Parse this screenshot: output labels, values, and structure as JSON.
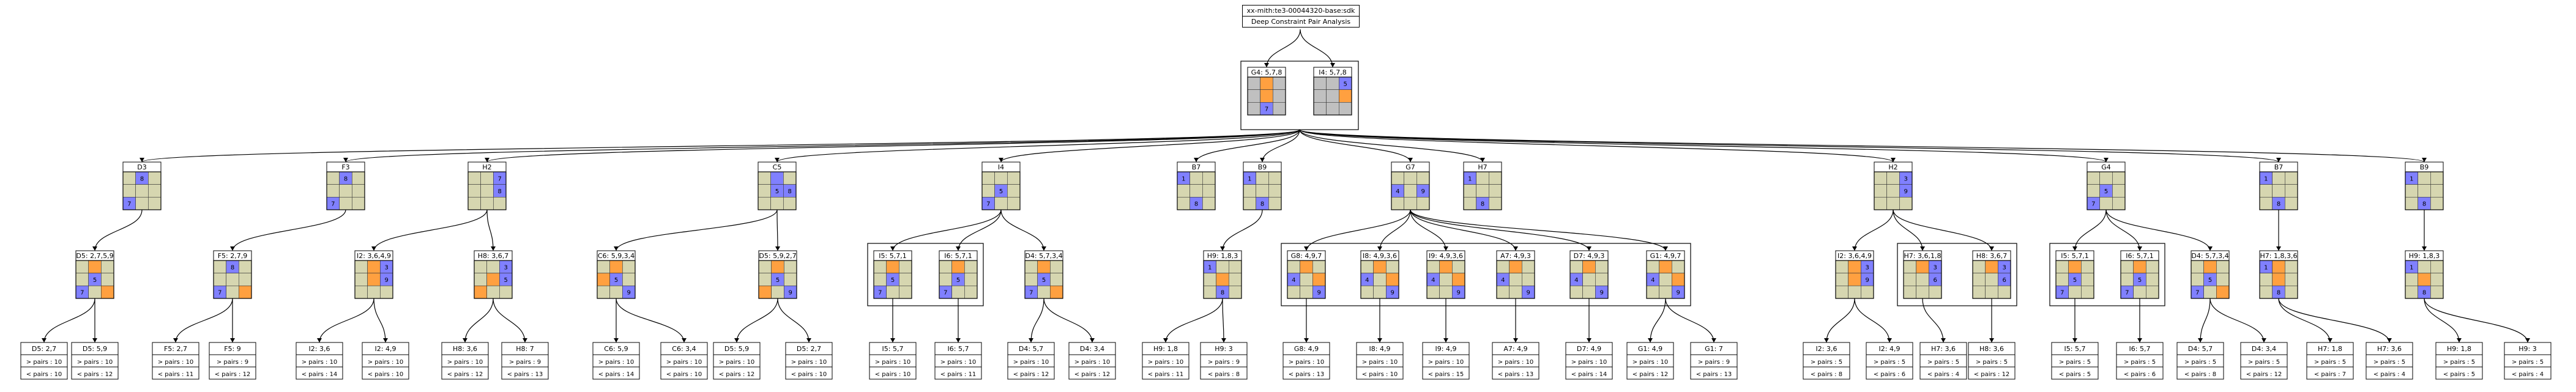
{
  "header": {
    "id_text": "xx-mith:te3-00044320-base:sdk",
    "subtitle": "Deep Constraint Pair Analysis"
  },
  "colors": {
    "cell_empty": "#d6d6b0",
    "cell_blue": "#8080ff",
    "cell_orange": "#ffa040",
    "cell_gray": "#c0c0c0",
    "line": "#000000",
    "background": "#ffffff"
  },
  "root_pair": [
    {
      "label": "G4: 5,7,8",
      "grid": [
        "g",
        "o",
        "g",
        "g",
        "o",
        "g",
        "g",
        "b",
        "g"
      ],
      "nums": {
        "7": "7"
      }
    },
    {
      "label": "I4: 5,7,8",
      "grid": [
        "g",
        "g",
        "b",
        "g",
        "g",
        "o",
        "g",
        "g",
        "g"
      ],
      "nums": {
        "2": "5"
      }
    }
  ],
  "level1": [
    {
      "label": "D3",
      "grid": [
        "e",
        "b",
        "e",
        "e",
        "e",
        "e",
        "b",
        "e",
        "e"
      ],
      "nums": {
        "1": "8",
        "6": "7"
      }
    },
    {
      "label": "F3",
      "grid": [
        "e",
        "b",
        "e",
        "e",
        "e",
        "e",
        "b",
        "e",
        "e"
      ],
      "nums": {
        "1": "8",
        "6": "7"
      }
    },
    {
      "label": "H2",
      "grid": [
        "e",
        "e",
        "b",
        "e",
        "e",
        "b",
        "e",
        "e",
        "e"
      ],
      "nums": {
        "2": "7",
        "5": "8"
      }
    },
    {
      "label": "C5",
      "grid": [
        "e",
        "b",
        "e",
        "e",
        "b",
        "b",
        "e",
        "e",
        "e"
      ],
      "nums": {
        "4": "5",
        "5": "8"
      }
    },
    {
      "label": "I4",
      "grid": [
        "e",
        "e",
        "e",
        "e",
        "b",
        "e",
        "b",
        "e",
        "e"
      ],
      "nums": {
        "4": "5",
        "6": "7"
      }
    },
    {
      "label": "B7",
      "grid": [
        "b",
        "e",
        "e",
        "e",
        "e",
        "e",
        "e",
        "b",
        "e"
      ],
      "nums": {
        "0": "1",
        "7": "8"
      }
    },
    {
      "label": "B9",
      "grid": [
        "b",
        "e",
        "e",
        "e",
        "e",
        "e",
        "e",
        "b",
        "e"
      ],
      "nums": {
        "0": "1",
        "7": "8"
      }
    },
    {
      "label": "G7",
      "grid": [
        "e",
        "e",
        "e",
        "b",
        "e",
        "b",
        "e",
        "e",
        "e"
      ],
      "nums": {
        "3": "4",
        "5": "9"
      }
    },
    {
      "label": "H7",
      "grid": [
        "b",
        "e",
        "e",
        "e",
        "e",
        "e",
        "e",
        "b",
        "e"
      ],
      "nums": {
        "0": "1",
        "7": "8"
      }
    },
    {
      "label": "H2",
      "grid": [
        "e",
        "e",
        "b",
        "e",
        "e",
        "b",
        "e",
        "e",
        "e"
      ],
      "nums": {
        "2": "3",
        "5": "9"
      }
    },
    {
      "label": "G4",
      "grid": [
        "e",
        "e",
        "e",
        "e",
        "b",
        "e",
        "b",
        "e",
        "e"
      ],
      "nums": {
        "4": "5",
        "6": "7"
      }
    },
    {
      "label": "B7",
      "grid": [
        "b",
        "e",
        "e",
        "e",
        "e",
        "e",
        "e",
        "b",
        "e"
      ],
      "nums": {
        "0": "1",
        "7": "8"
      }
    },
    {
      "label": "B9",
      "grid": [
        "b",
        "e",
        "e",
        "e",
        "e",
        "e",
        "e",
        "b",
        "e"
      ],
      "nums": {
        "0": "1",
        "7": "8"
      }
    }
  ],
  "level2": [
    {
      "label": "D5: 2,7,5,9",
      "parent": 0,
      "grid": [
        "e",
        "o",
        "e",
        "e",
        "b",
        "e",
        "b",
        "e",
        "o"
      ],
      "nums": {
        "4": "5",
        "6": "7"
      }
    },
    {
      "label": "F5: 2,7,9",
      "parent": 1,
      "grid": [
        "e",
        "b",
        "e",
        "e",
        "e",
        "e",
        "b",
        "e",
        "o"
      ],
      "nums": {
        "1": "8",
        "6": "7"
      }
    },
    {
      "label": "I2: 3,6,4,9",
      "parent": 2,
      "grid": [
        "e",
        "o",
        "b",
        "e",
        "o",
        "b",
        "e",
        "e",
        "e"
      ],
      "nums": {
        "2": "3",
        "5": "9"
      }
    },
    {
      "label": "H8: 3,6,7",
      "parent": 2,
      "grid": [
        "e",
        "e",
        "b",
        "e",
        "o",
        "b",
        "o",
        "e",
        "e"
      ],
      "nums": {
        "2": "3",
        "5": "5"
      }
    },
    {
      "label": "C6: 5,9,3,4",
      "parent": 3,
      "grid": [
        "e",
        "o",
        "e",
        "o",
        "b",
        "e",
        "e",
        "e",
        "b"
      ],
      "nums": {
        "4": "5",
        "8": "9"
      }
    },
    {
      "label": "D5: 5,9,2,7",
      "parent": 3,
      "grid": [
        "e",
        "o",
        "e",
        "e",
        "b",
        "e",
        "o",
        "e",
        "b"
      ],
      "nums": {
        "4": "5",
        "8": "9"
      }
    },
    {
      "label": "I5: 5,7,1",
      "parent": 4,
      "grid": [
        "e",
        "o",
        "e",
        "e",
        "b",
        "e",
        "b",
        "e",
        "e"
      ],
      "nums": {
        "4": "5",
        "6": "7"
      }
    },
    {
      "label": "I6: 5,7,1",
      "parent": 4,
      "grid": [
        "e",
        "o",
        "e",
        "e",
        "b",
        "e",
        "b",
        "e",
        "e"
      ],
      "nums": {
        "4": "5",
        "6": "7"
      }
    },
    {
      "label": "D4: 5,7,3,4",
      "parent": 4,
      "grid": [
        "e",
        "o",
        "e",
        "e",
        "b",
        "e",
        "b",
        "e",
        "o"
      ],
      "nums": {
        "4": "5",
        "6": "7"
      }
    },
    {
      "label": "H9: 1,8,3",
      "parent": 6,
      "grid": [
        "b",
        "e",
        "e",
        "e",
        "o",
        "e",
        "e",
        "b",
        "e"
      ],
      "nums": {
        "0": "1",
        "7": "8"
      }
    },
    {
      "label": "G8: 4,9,7",
      "parent": 7,
      "grid": [
        "e",
        "o",
        "e",
        "b",
        "e",
        "o",
        "e",
        "e",
        "b"
      ],
      "nums": {
        "3": "4",
        "8": "9"
      }
    },
    {
      "label": "I8: 4,9,3,6",
      "parent": 7,
      "grid": [
        "e",
        "o",
        "e",
        "b",
        "e",
        "o",
        "e",
        "e",
        "b"
      ],
      "nums": {
        "3": "4",
        "8": "9"
      }
    },
    {
      "label": "I9: 4,9,3,6",
      "parent": 7,
      "grid": [
        "e",
        "o",
        "e",
        "b",
        "e",
        "o",
        "e",
        "e",
        "b"
      ],
      "nums": {
        "3": "4",
        "8": "9"
      }
    },
    {
      "label": "A7: 4,9,3",
      "parent": 7,
      "grid": [
        "e",
        "o",
        "e",
        "b",
        "e",
        "e",
        "e",
        "e",
        "b"
      ],
      "nums": {
        "3": "4",
        "8": "9"
      }
    },
    {
      "label": "D7: 4,9,3",
      "parent": 7,
      "grid": [
        "e",
        "o",
        "e",
        "b",
        "e",
        "e",
        "e",
        "e",
        "b"
      ],
      "nums": {
        "3": "4",
        "8": "9"
      }
    },
    {
      "label": "G1: 4,9,7",
      "parent": 7,
      "grid": [
        "e",
        "o",
        "e",
        "b",
        "e",
        "o",
        "e",
        "e",
        "b"
      ],
      "nums": {
        "3": "4",
        "8": "9"
      }
    },
    {
      "label": "I2: 3,6,4,9",
      "parent": 9,
      "grid": [
        "e",
        "o",
        "b",
        "e",
        "o",
        "b",
        "e",
        "e",
        "e"
      ],
      "nums": {
        "2": "3",
        "5": "9"
      }
    },
    {
      "label": "H7: 3,6,1,8",
      "parent": 9,
      "grid": [
        "e",
        "o",
        "b",
        "e",
        "e",
        "b",
        "e",
        "e",
        "e"
      ],
      "nums": {
        "2": "3",
        "5": "6"
      }
    },
    {
      "label": "H8: 3,6,7",
      "parent": 9,
      "grid": [
        "e",
        "o",
        "b",
        "e",
        "e",
        "b",
        "e",
        "e",
        "e"
      ],
      "nums": {
        "2": "3",
        "5": "6"
      }
    },
    {
      "label": "I5: 5,7,1",
      "parent": 10,
      "grid": [
        "e",
        "o",
        "e",
        "e",
        "b",
        "e",
        "b",
        "e",
        "e"
      ],
      "nums": {
        "4": "5",
        "6": "7"
      }
    },
    {
      "label": "I6: 5,7,1",
      "parent": 10,
      "grid": [
        "e",
        "o",
        "e",
        "e",
        "b",
        "e",
        "b",
        "e",
        "e"
      ],
      "nums": {
        "4": "5",
        "6": "7"
      }
    },
    {
      "label": "D4: 5,7,3,4",
      "parent": 10,
      "grid": [
        "e",
        "o",
        "e",
        "e",
        "b",
        "e",
        "b",
        "e",
        "o"
      ],
      "nums": {
        "4": "5",
        "6": "7"
      }
    },
    {
      "label": "H7: 1,8,3,6",
      "parent": 11,
      "grid": [
        "b",
        "o",
        "e",
        "e",
        "o",
        "e",
        "e",
        "b",
        "e"
      ],
      "nums": {
        "0": "1",
        "7": "8"
      }
    },
    {
      "label": "H9: 1,8,3",
      "parent": 12,
      "grid": [
        "b",
        "e",
        "e",
        "e",
        "o",
        "e",
        "e",
        "b",
        "e"
      ],
      "nums": {
        "0": "1",
        "7": "8"
      }
    }
  ],
  "level2_groups": [
    {
      "members": [
        6,
        7
      ]
    },
    {
      "members": [
        10,
        11,
        12,
        13,
        14,
        15
      ]
    },
    {
      "members": [
        17,
        18
      ]
    },
    {
      "members": [
        19,
        20
      ]
    }
  ],
  "leaves": [
    {
      "label": "D5: 2,7",
      "parent": 0,
      "rows": [
        "> pairs : 10",
        "< pairs : 10"
      ]
    },
    {
      "label": "D5: 5,9",
      "parent": 0,
      "rows": [
        "> pairs : 10",
        "< pairs : 12"
      ]
    },
    {
      "label": "F5: 2,7",
      "parent": 1,
      "rows": [
        "> pairs : 10",
        "< pairs : 11"
      ]
    },
    {
      "label": "F5: 9",
      "parent": 1,
      "rows": [
        "> pairs : 9",
        "< pairs : 12"
      ]
    },
    {
      "label": "I2: 3,6",
      "parent": 2,
      "rows": [
        "> pairs : 10",
        "< pairs : 14"
      ]
    },
    {
      "label": "I2: 4,9",
      "parent": 2,
      "rows": [
        "> pairs : 10",
        "< pairs : 10"
      ]
    },
    {
      "label": "H8: 3,6",
      "parent": 3,
      "rows": [
        "> pairs : 10",
        "< pairs : 12"
      ]
    },
    {
      "label": "H8: 7",
      "parent": 3,
      "rows": [
        "> pairs : 9",
        "< pairs : 13"
      ]
    },
    {
      "label": "C6: 5,9",
      "parent": 4,
      "rows": [
        "> pairs : 10",
        "< pairs : 14"
      ]
    },
    {
      "label": "C6: 3,4",
      "parent": 4,
      "rows": [
        "> pairs : 10",
        "< pairs : 10"
      ]
    },
    {
      "label": "D5: 5,9",
      "parent": 5,
      "rows": [
        "> pairs : 10",
        "< pairs : 12"
      ]
    },
    {
      "label": "D5: 2,7",
      "parent": 5,
      "rows": [
        "> pairs : 10",
        "< pairs : 10"
      ]
    },
    {
      "label": "I5: 5,7",
      "parent": 6,
      "rows": [
        "> pairs : 10",
        "< pairs : 10"
      ]
    },
    {
      "label": "I6: 5,7",
      "parent": 7,
      "rows": [
        "> pairs : 10",
        "< pairs : 11"
      ]
    },
    {
      "label": "D4: 5,7",
      "parent": 8,
      "rows": [
        "> pairs : 10",
        "< pairs : 12"
      ]
    },
    {
      "label": "D4: 3,4",
      "parent": 8,
      "rows": [
        "> pairs : 10",
        "< pairs : 12"
      ]
    },
    {
      "label": "H9: 1,8",
      "parent": 9,
      "rows": [
        "> pairs : 10",
        "< pairs : 11"
      ]
    },
    {
      "label": "H9: 3",
      "parent": 9,
      "rows": [
        "> pairs : 9",
        "< pairs : 8"
      ]
    },
    {
      "label": "G8: 4,9",
      "parent": 10,
      "rows": [
        "> pairs : 10",
        "< pairs : 13"
      ]
    },
    {
      "label": "I8: 4,9",
      "parent": 11,
      "rows": [
        "> pairs : 10",
        "< pairs : 10"
      ]
    },
    {
      "label": "I9: 4,9",
      "parent": 12,
      "rows": [
        "> pairs : 10",
        "< pairs : 15"
      ]
    },
    {
      "label": "A7: 4,9",
      "parent": 13,
      "rows": [
        "> pairs : 10",
        "< pairs : 13"
      ]
    },
    {
      "label": "D7: 4,9",
      "parent": 14,
      "rows": [
        "> pairs : 10",
        "< pairs : 14"
      ]
    },
    {
      "label": "G1: 4,9",
      "parent": 15,
      "rows": [
        "> pairs : 10",
        "< pairs : 12"
      ]
    },
    {
      "label": "G1: 7",
      "parent": 15,
      "rows": [
        "> pairs : 9",
        "< pairs : 13"
      ]
    },
    {
      "label": "I2: 3,6",
      "parent": 16,
      "rows": [
        "> pairs : 5",
        "< pairs : 8"
      ]
    },
    {
      "label": "I2: 4,9",
      "parent": 16,
      "rows": [
        "> pairs : 5",
        "< pairs : 6"
      ]
    },
    {
      "label": "H7: 3,6",
      "parent": 17,
      "rows": [
        "> pairs : 5",
        "< pairs : 4"
      ]
    },
    {
      "label": "H8: 3,6",
      "parent": 18,
      "rows": [
        "> pairs : 5",
        "< pairs : 12"
      ]
    },
    {
      "label": "I5: 5,7",
      "parent": 19,
      "rows": [
        "> pairs : 5",
        "< pairs : 5"
      ]
    },
    {
      "label": "I6: 5,7",
      "parent": 20,
      "rows": [
        "> pairs : 5",
        "< pairs : 6"
      ]
    },
    {
      "label": "D4: 5,7",
      "parent": 21,
      "rows": [
        "> pairs : 5",
        "< pairs : 8"
      ]
    },
    {
      "label": "D4: 3,4",
      "parent": 21,
      "rows": [
        "> pairs : 5",
        "< pairs : 12"
      ]
    },
    {
      "label": "H7: 1,8",
      "parent": 22,
      "rows": [
        "> pairs : 5",
        "< pairs : 7"
      ]
    },
    {
      "label": "H7: 3,6",
      "parent": 22,
      "rows": [
        "> pairs : 5",
        "< pairs : 4"
      ]
    },
    {
      "label": "H9: 1,8",
      "parent": 23,
      "rows": [
        "> pairs : 5",
        "< pairs : 5"
      ]
    },
    {
      "label": "H9: 3",
      "parent": 23,
      "rows": [
        "> pairs : 5",
        "< pairs : 4"
      ]
    }
  ]
}
